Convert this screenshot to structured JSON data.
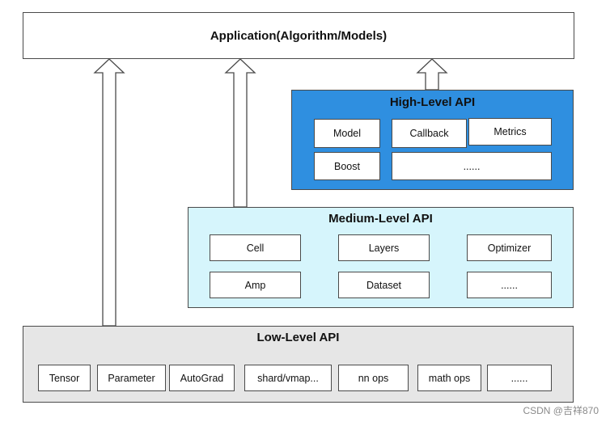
{
  "application": {
    "title": "Application(Algorithm/Models)"
  },
  "high_level": {
    "title": "High-Level API",
    "items": [
      "Model",
      "Callback",
      "Metrics",
      "Boost",
      "......"
    ],
    "color": "#2f8fe0"
  },
  "medium_level": {
    "title": "Medium-Level API",
    "items": [
      "Cell",
      "Layers",
      "Optimizer",
      "Amp",
      "Dataset",
      "......"
    ],
    "color": "#d6f5fc"
  },
  "low_level": {
    "title": "Low-Level API",
    "items": [
      "Tensor",
      "Parameter",
      "AutoGrad",
      "shard/vmap...",
      "nn ops",
      "math ops",
      "......"
    ],
    "color": "#e6e6e6"
  },
  "watermark": "CSDN @吉祥870"
}
